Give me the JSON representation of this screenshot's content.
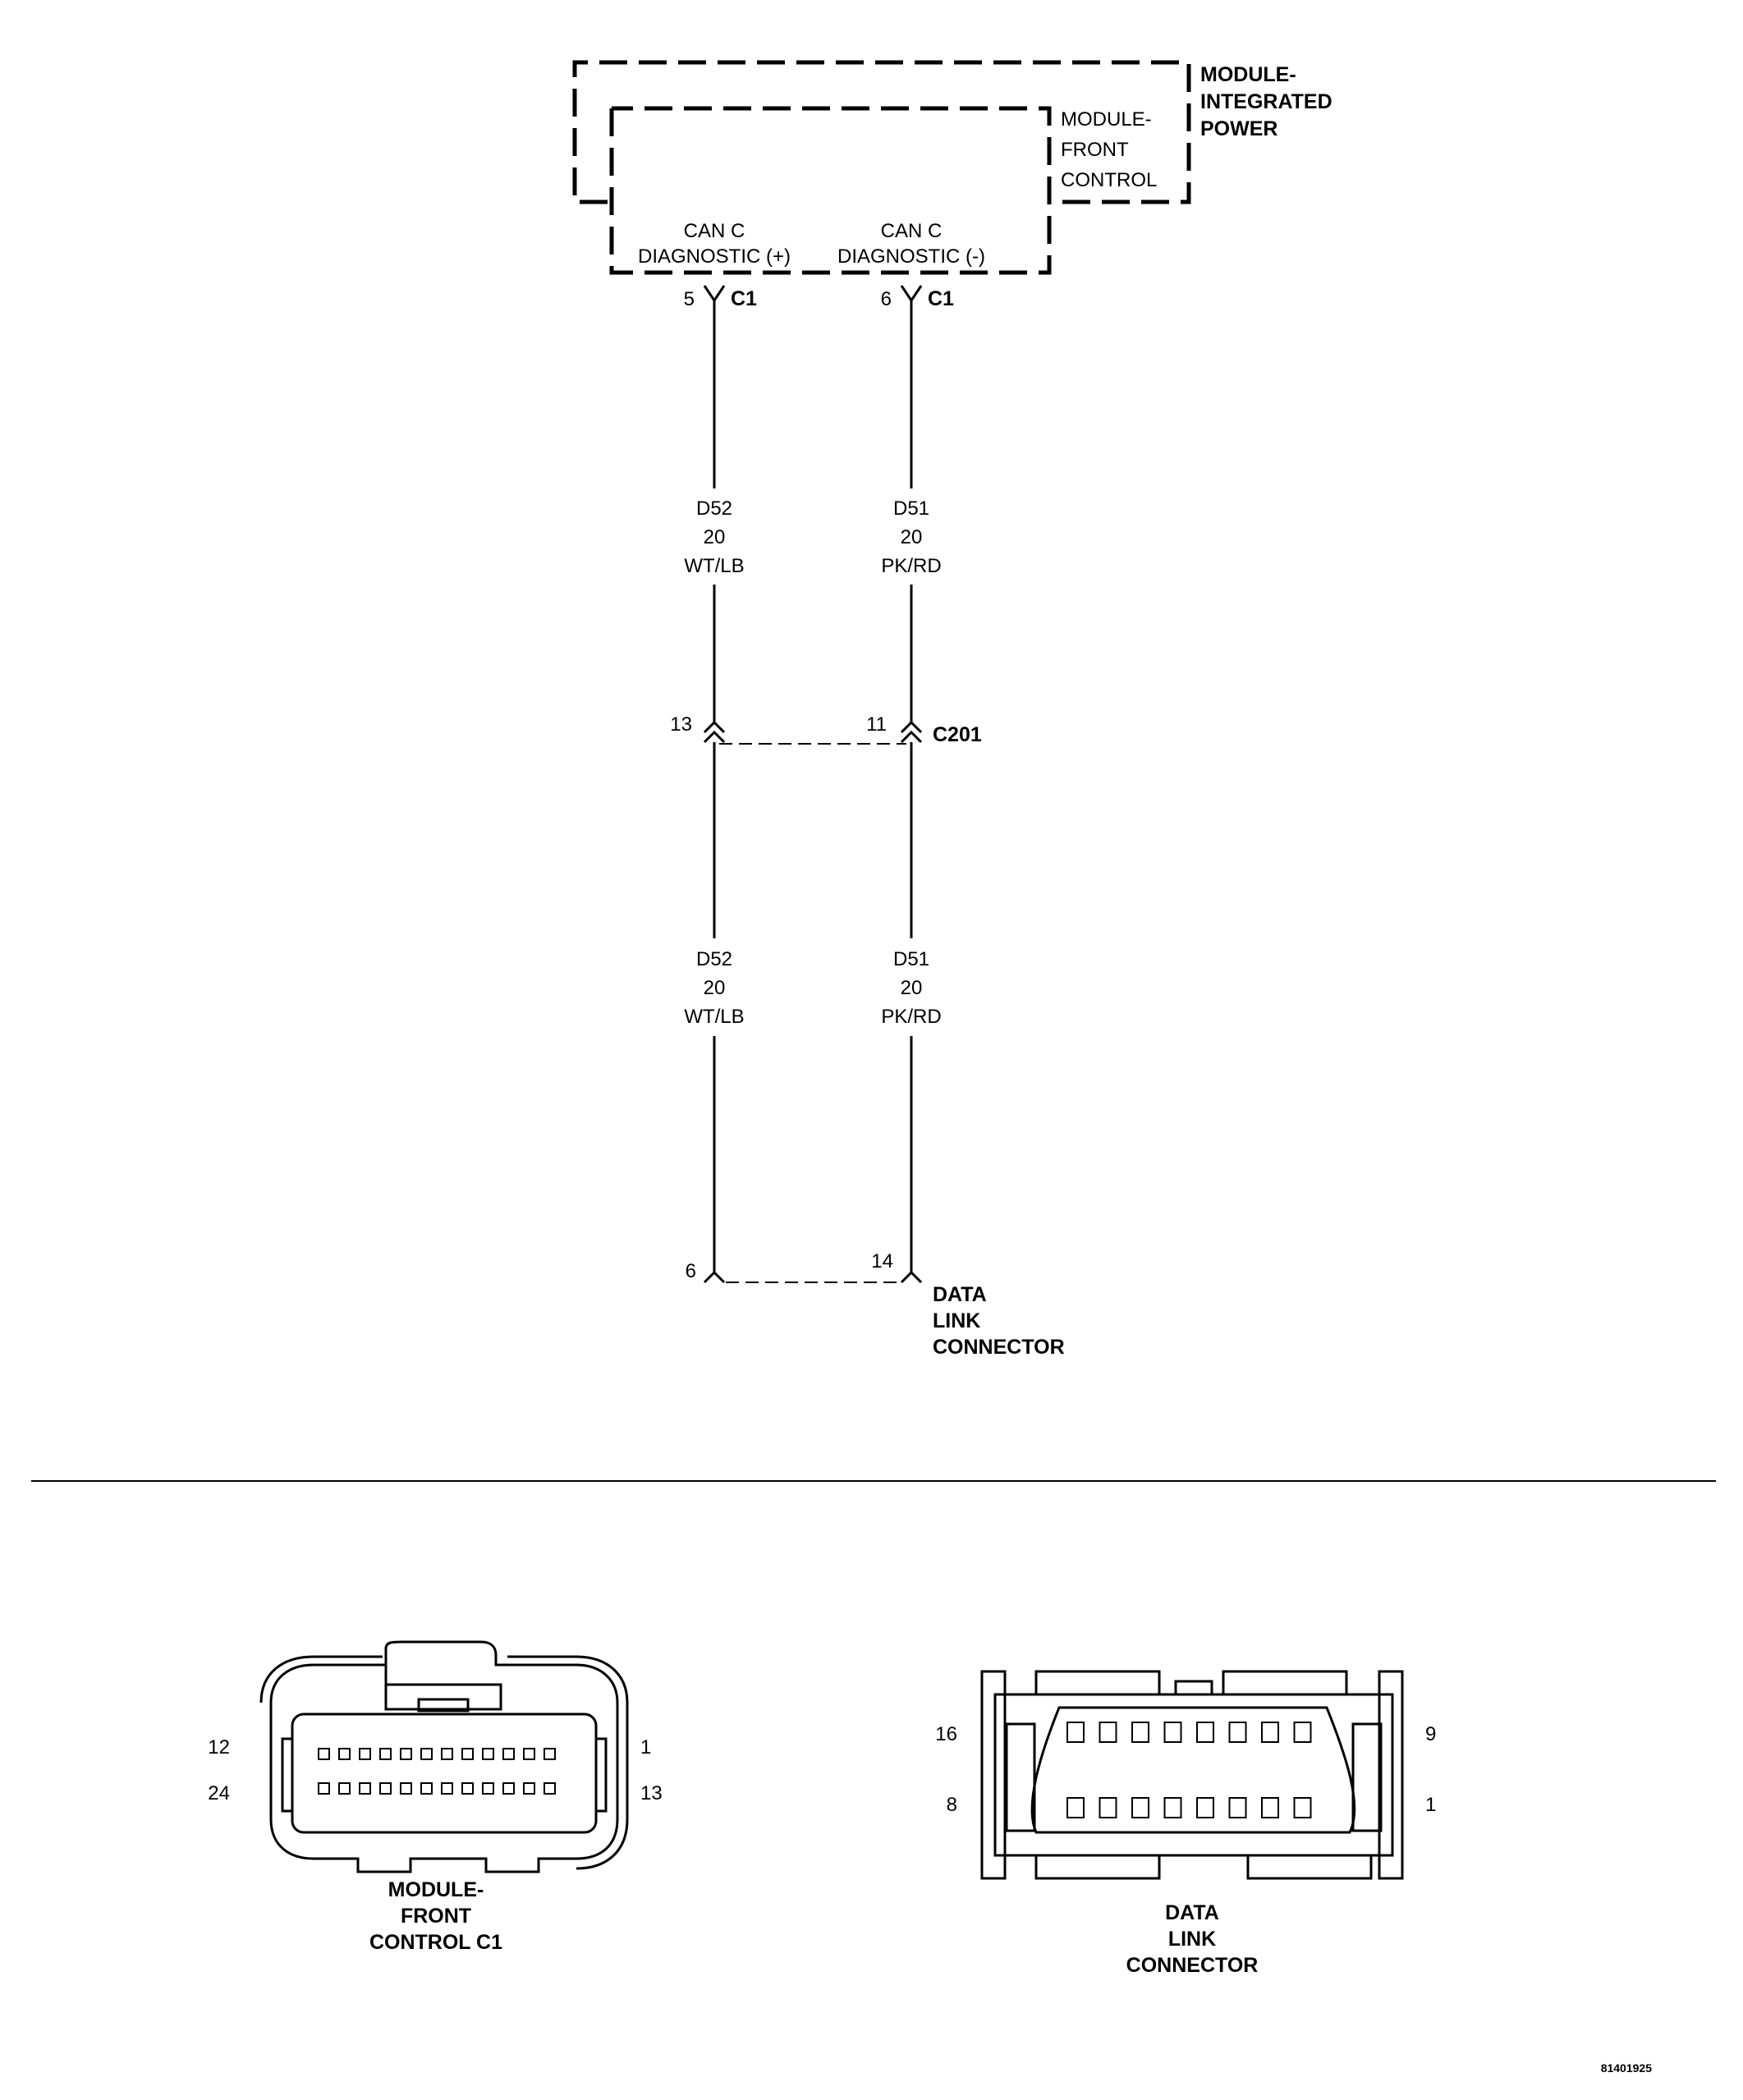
{
  "modules": {
    "integrated_power": [
      "MODULE-",
      "INTEGRATED",
      "POWER"
    ],
    "front_control": [
      "MODULE-",
      "FRONT",
      "CONTROL"
    ]
  },
  "pins": {
    "left": {
      "line1": "CAN C",
      "line2": "DIAGNOSTIC (+)",
      "pin": "5",
      "conn": "C1"
    },
    "right": {
      "line1": "CAN C",
      "line2": "DIAGNOSTIC (-)",
      "pin": "6",
      "conn": "C1"
    }
  },
  "wires": {
    "left_upper": [
      "D52",
      "20",
      "WT/LB"
    ],
    "right_upper": [
      "D51",
      "20",
      "PK/RD"
    ],
    "left_lower": [
      "D52",
      "20",
      "WT/LB"
    ],
    "right_lower": [
      "D51",
      "20",
      "PK/RD"
    ]
  },
  "inline_connector": {
    "name": "C201",
    "left_pin": "13",
    "right_pin": "11"
  },
  "dlc": {
    "left_pin": "6",
    "right_pin": "14",
    "label": [
      "DATA",
      "LINK",
      "CONNECTOR"
    ]
  },
  "views": {
    "mfc": {
      "label": [
        "MODULE-",
        "FRONT",
        "CONTROL C1"
      ],
      "pin_tl": "12",
      "pin_bl": "24",
      "pin_tr": "1",
      "pin_br": "13"
    },
    "dlc": {
      "label": [
        "DATA",
        "LINK",
        "CONNECTOR"
      ],
      "pin_tl": "16",
      "pin_bl": "8",
      "pin_tr": "9",
      "pin_br": "1"
    }
  },
  "figure_id": "81401925"
}
